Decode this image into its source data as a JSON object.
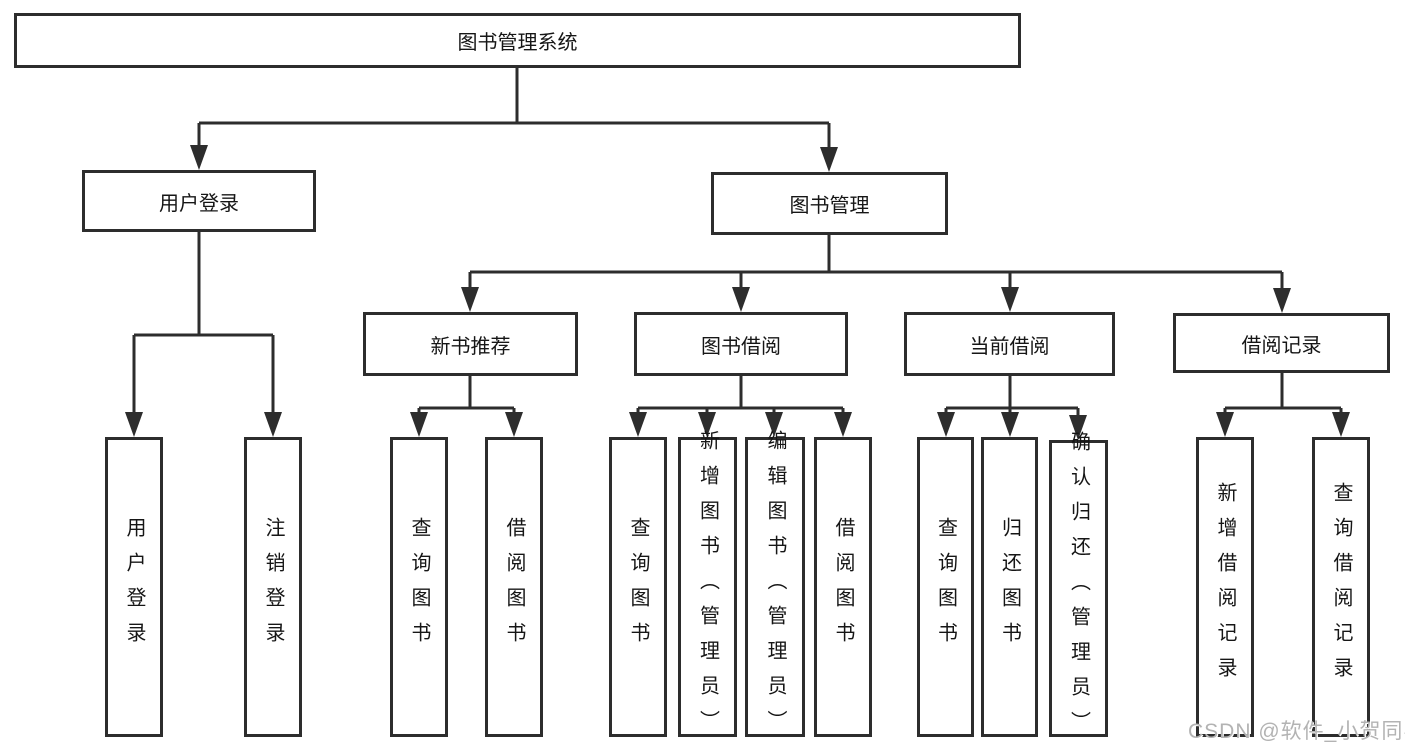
{
  "diagram_type": "hierarchy-tree",
  "tree": {
    "label": "图书管理系统",
    "children": [
      {
        "label": "用户登录",
        "children": [
          {
            "label": "用户登录"
          },
          {
            "label": "注销登录"
          }
        ]
      },
      {
        "label": "图书管理",
        "children": [
          {
            "label": "新书推荐",
            "children": [
              {
                "label": "查询图书"
              },
              {
                "label": "借阅图书"
              }
            ]
          },
          {
            "label": "图书借阅",
            "children": [
              {
                "label": "查询图书"
              },
              {
                "label": "新增图书（管理员）"
              },
              {
                "label": "编辑图书（管理员）"
              },
              {
                "label": "借阅图书"
              }
            ]
          },
          {
            "label": "当前借阅",
            "children": [
              {
                "label": "查询图书"
              },
              {
                "label": "归还图书"
              },
              {
                "label": "确认归还（管理员）"
              }
            ]
          },
          {
            "label": "借阅记录",
            "children": [
              {
                "label": "新增借阅记录"
              },
              {
                "label": "查询借阅记录"
              }
            ]
          }
        ]
      }
    ]
  },
  "watermark": "CSDN @软件_小贺同学",
  "colors": {
    "line": "#2d2d2d",
    "box_border": "#2d2d2d",
    "text": "#161616",
    "watermark": "#b3b3b3",
    "background": "#ffffff"
  }
}
